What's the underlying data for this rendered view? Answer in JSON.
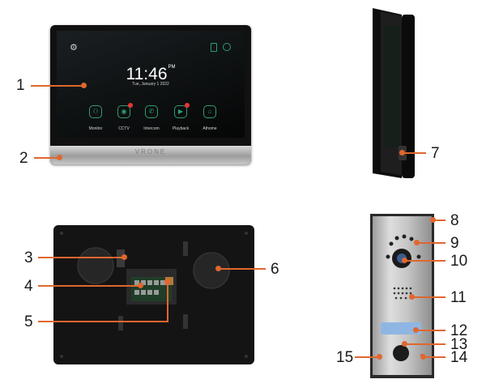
{
  "monitor": {
    "brand": "VRONE",
    "time": "11:46",
    "ampm": "PM",
    "date": "Tue, January 1 2022",
    "apps": [
      {
        "label": "Monitor",
        "icon": "monitor-person-icon",
        "badge": false
      },
      {
        "label": "CCTV",
        "icon": "cctv-icon",
        "badge": true
      },
      {
        "label": "Intercom",
        "icon": "phone-icon",
        "badge": false
      },
      {
        "label": "Playback",
        "icon": "playback-icon",
        "badge": true
      },
      {
        "label": "Athome",
        "icon": "home-icon",
        "badge": false
      }
    ]
  },
  "callouts": [
    "1",
    "2",
    "3",
    "4",
    "5",
    "6",
    "7",
    "8",
    "9",
    "10",
    "11",
    "12",
    "13",
    "14",
    "15"
  ],
  "colors": {
    "accent": "#e0672e",
    "app_green": "#2f9d70",
    "badge_red": "#e33333"
  }
}
